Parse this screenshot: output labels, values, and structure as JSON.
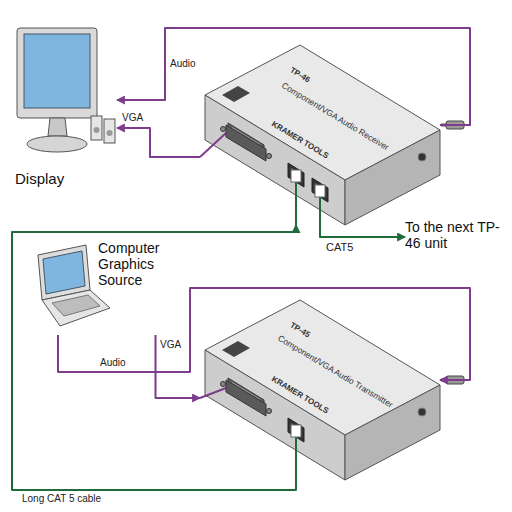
{
  "diagram": {
    "nodes": [
      {
        "text": [
          "Display"
        ]
      },
      {
        "text": [
          "TP-46",
          "Component/VGA Audio Receiver",
          "KRAMER TOOLS"
        ]
      },
      {
        "text": [
          "To the next TP-46 unit"
        ]
      },
      {
        "text": [
          "Computer Graphics Source"
        ]
      },
      {
        "text": [
          "TP-45",
          "Component/VGA Audio Transmitter",
          "KRAMER TOOLS"
        ]
      }
    ],
    "edges": [
      {
        "from": 1,
        "to": 0,
        "label": "VGA",
        "arrow": "to"
      },
      {
        "from": 1,
        "to": 0,
        "label": "Audio",
        "arrow": "to"
      },
      {
        "from": 1,
        "to": 2,
        "label": "CAT5",
        "arrow": "to"
      },
      {
        "from": 3,
        "to": 4,
        "label": "VGA",
        "arrow": "to"
      },
      {
        "from": 3,
        "to": 4,
        "label": "Audio",
        "arrow": "to"
      },
      {
        "from": 4,
        "to": 1,
        "label": "Long CAT 5 cable",
        "arrow": "to"
      }
    ]
  }
}
